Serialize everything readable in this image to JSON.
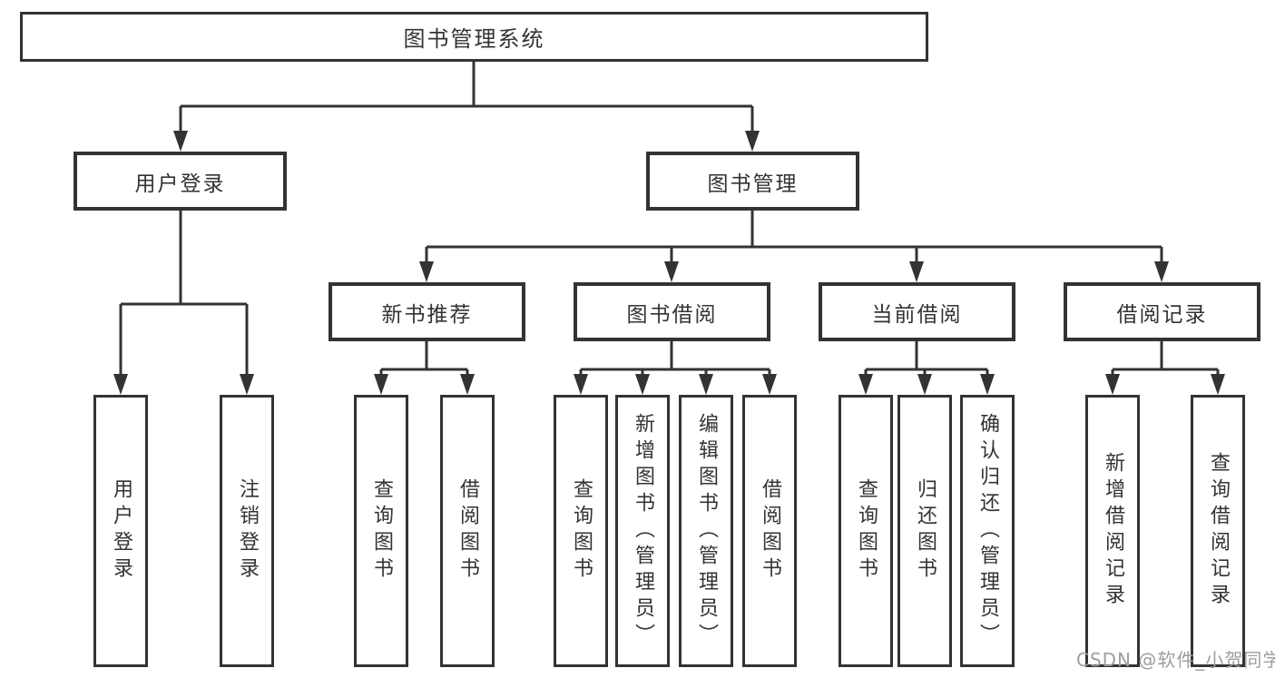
{
  "tree": {
    "root": "图书管理系统",
    "login": {
      "label": "用户登录",
      "children": [
        "用户登录",
        "注销登录"
      ]
    },
    "mgmt": {
      "label": "图书管理",
      "sections": [
        {
          "label": "新书推荐",
          "children": [
            "查询图书",
            "借阅图书"
          ]
        },
        {
          "label": "图书借阅",
          "children": [
            "查询图书",
            "新增图书（管理员）",
            "编辑图书（管理员）",
            "借阅图书"
          ]
        },
        {
          "label": "当前借阅",
          "children": [
            "查询图书",
            "归还图书",
            "确认归还（管理员）"
          ]
        },
        {
          "label": "借阅记录",
          "children": [
            "新增借阅记录",
            "查询借阅记录"
          ]
        }
      ]
    }
  },
  "watermark": "CSDN @软件_小贺同学",
  "colors": {
    "line": "#333333",
    "box_border": "#333333",
    "text": "#333333",
    "watermark": "#9e9e9e",
    "background": "#ffffff"
  }
}
